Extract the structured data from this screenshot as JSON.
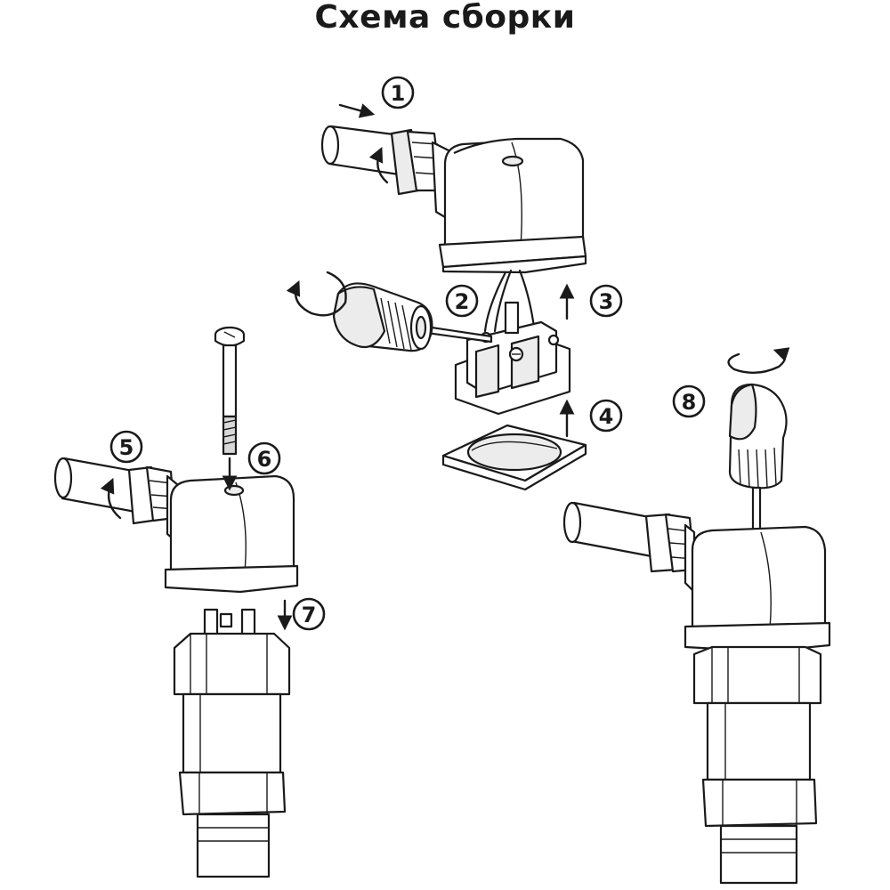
{
  "title": "Схема сборки",
  "steps": [
    {
      "number": "1"
    },
    {
      "number": "2"
    },
    {
      "number": "3"
    },
    {
      "number": "4"
    },
    {
      "number": "5"
    },
    {
      "number": "6"
    },
    {
      "number": "7"
    },
    {
      "number": "8"
    }
  ]
}
